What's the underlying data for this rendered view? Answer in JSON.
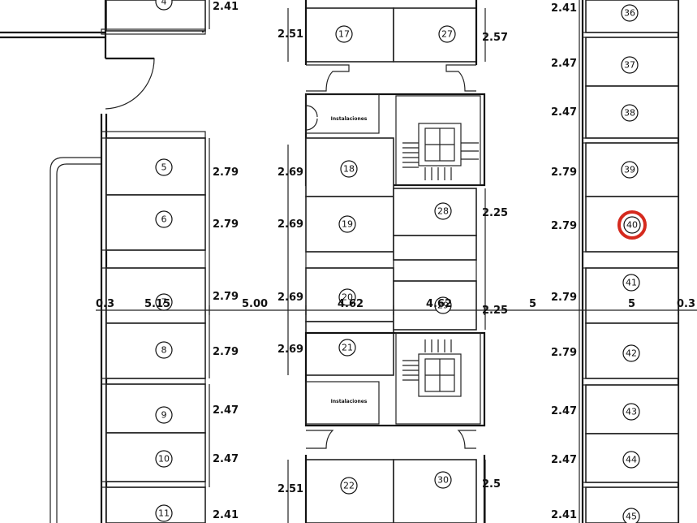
{
  "spots": [
    {
      "id": "4",
      "label": "4"
    },
    {
      "id": "5",
      "label": "5"
    },
    {
      "id": "6",
      "label": "6"
    },
    {
      "id": "7",
      "label": "7"
    },
    {
      "id": "8",
      "label": "8"
    },
    {
      "id": "9",
      "label": "9"
    },
    {
      "id": "10",
      "label": "10"
    },
    {
      "id": "11",
      "label": "11"
    },
    {
      "id": "17",
      "label": "17"
    },
    {
      "id": "18",
      "label": "18"
    },
    {
      "id": "19",
      "label": "19"
    },
    {
      "id": "20",
      "label": "20"
    },
    {
      "id": "21",
      "label": "21"
    },
    {
      "id": "22",
      "label": "22"
    },
    {
      "id": "27",
      "label": "27"
    },
    {
      "id": "28",
      "label": "28"
    },
    {
      "id": "29",
      "label": "29"
    },
    {
      "id": "30",
      "label": "30"
    },
    {
      "id": "36",
      "label": "36"
    },
    {
      "id": "37",
      "label": "37"
    },
    {
      "id": "38",
      "label": "38"
    },
    {
      "id": "39",
      "label": "39"
    },
    {
      "id": "40",
      "label": "40",
      "highlighted": true
    },
    {
      "id": "41",
      "label": "41"
    },
    {
      "id": "42",
      "label": "42"
    },
    {
      "id": "43",
      "label": "43"
    },
    {
      "id": "44",
      "label": "44"
    },
    {
      "id": "45",
      "label": "45"
    }
  ],
  "dimensions": {
    "left_col": [
      "2.41",
      "2.79",
      "2.79",
      "2.79",
      "2.79",
      "2.47",
      "2.47",
      "2.41"
    ],
    "mid_col": [
      "2.51",
      "2.69",
      "2.69",
      "2.69",
      "2.69",
      "2.51"
    ],
    "mid_right": [
      "2.57",
      "2.25",
      "2.25",
      "2.5"
    ],
    "right_col": [
      "2.41",
      "2.47",
      "2.47",
      "2.79",
      "2.79",
      "2.79",
      "2.79",
      "2.47",
      "2.47",
      "2.41"
    ],
    "horizontal": [
      "0.3",
      "5.15",
      "5.00",
      "4.62",
      "4.62",
      "5",
      "5",
      "0.3"
    ]
  },
  "rooms": {
    "installations": "Instalaciones"
  },
  "colors": {
    "highlight": "#d52a1e",
    "line": "#111111"
  }
}
